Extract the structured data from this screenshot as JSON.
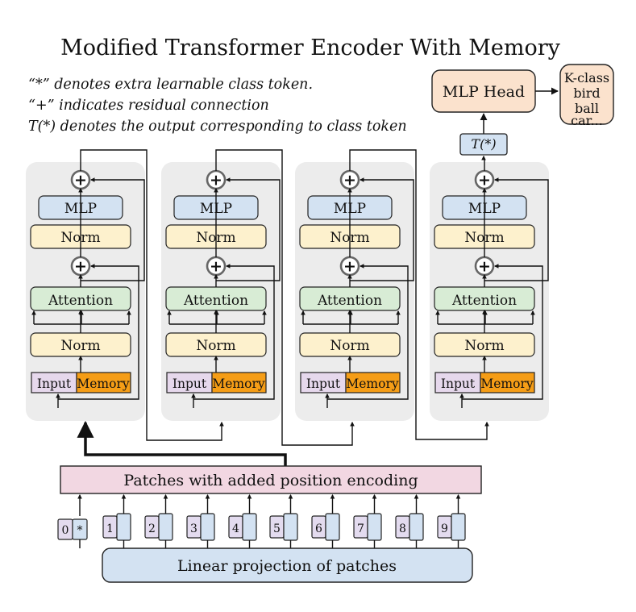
{
  "title": "Modified Transformer Encoder With Memory",
  "notes": [
    "“*” denotes extra learnable class token.",
    "“+” indicates residual connection",
    "T(*) denotes the output corresponding to class token"
  ],
  "head": {
    "label": "MLP Head",
    "class_token_output": "T(*)",
    "classes_title": "K-class",
    "classes": [
      "bird",
      "ball",
      "car..."
    ]
  },
  "block": {
    "plus": "+",
    "mlp": "MLP",
    "norm": "Norm",
    "attention": "Attention",
    "input": "Input",
    "memory": "Memory"
  },
  "patches_label": "Patches with added position encoding",
  "linear_label": "Linear projection of patches",
  "tokens": [
    "0",
    "*",
    "1",
    "2",
    "3",
    "4",
    "5",
    "6",
    "7",
    "8",
    "9"
  ],
  "colors": {
    "block_bg": "#ececec",
    "mlp": "#d3e2f2",
    "norm": "#fdf1cd",
    "attention": "#d8ecd5",
    "input": "#e6d8ec",
    "memory": "#f59d16",
    "patches": "#f2d7e2",
    "linear": "#d3e2f2",
    "head": "#fbe2cd",
    "token": "#e3dbef",
    "token_patch": "#d3e2f2"
  }
}
